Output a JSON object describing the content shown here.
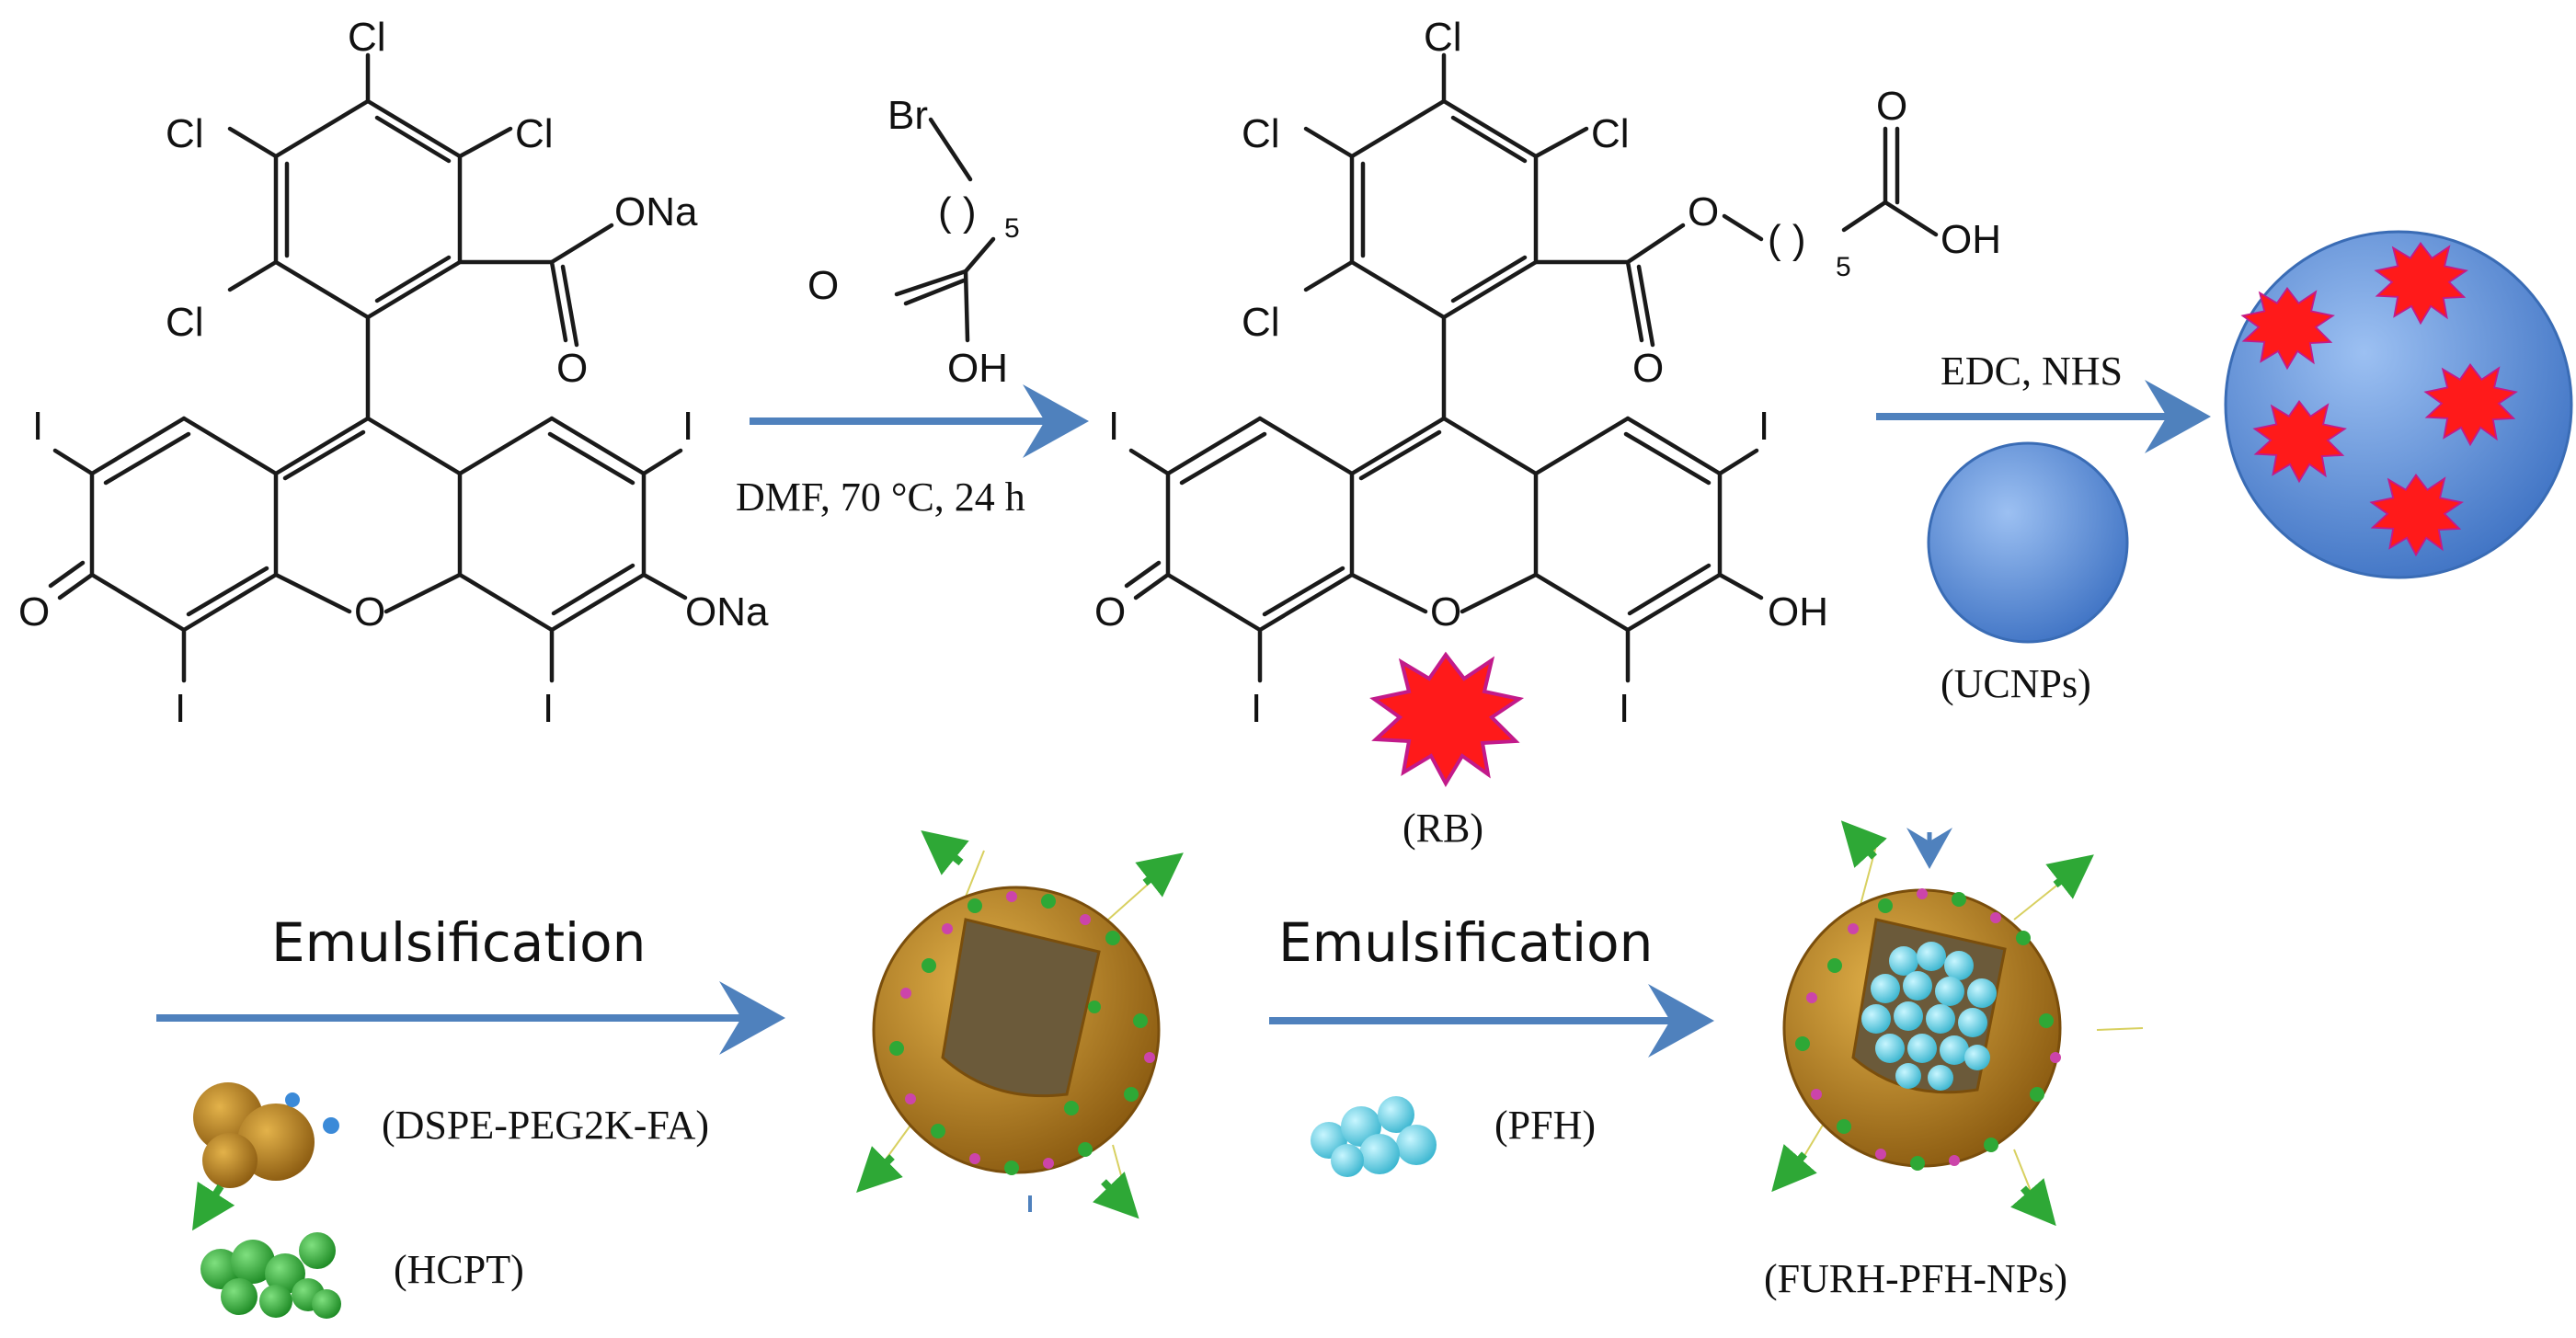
{
  "labels": {
    "cl": "Cl",
    "i": "I",
    "o": "O",
    "ona": "ONa",
    "oh": "OH",
    "br": "Br",
    "sub5": "5",
    "cond1": "DMF, 70 °C, 24 h",
    "cond2": "EDC, NHS",
    "ucnps": "(UCNPs)",
    "rb": "(RB)",
    "emul1": "Emulsification",
    "emul2": "Emulsification",
    "dspe": "(DSPE-PEG2K-FA)",
    "hcpt": "(HCPT)",
    "pfh": "(PFH)",
    "furh": "(FURH-PFH-NPs)"
  },
  "colors": {
    "arrow": "#4f81bd",
    "sphere": "#5b8fdc",
    "star": "#ff1a1a",
    "shell": "#c08a1a",
    "core": "#6b5a3a",
    "green": "#2ea836",
    "pink": "#cc44aa",
    "cyan": "#5fd3e8"
  }
}
